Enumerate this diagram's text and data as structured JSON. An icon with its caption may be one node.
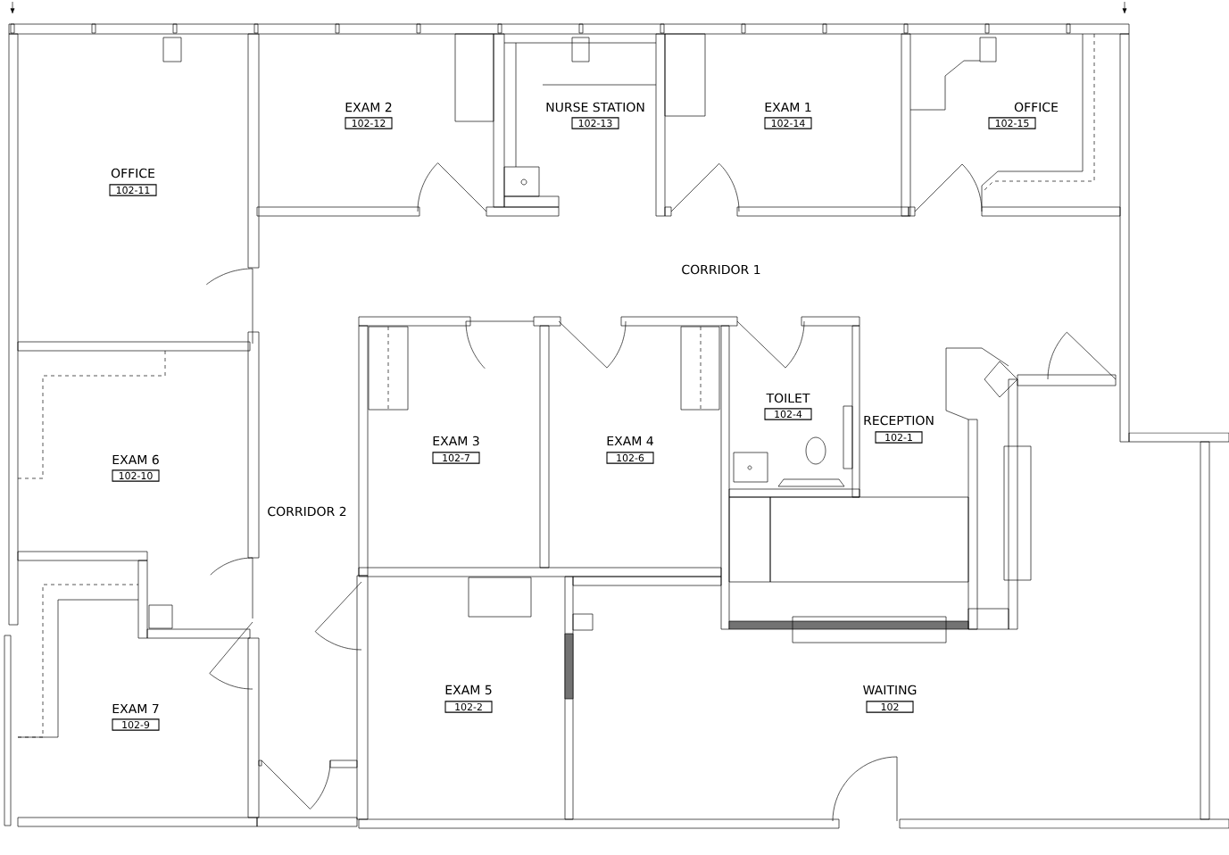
{
  "diagram": {
    "nodes": [
      {
        "text": [
          "EXAM 2",
          "102-12"
        ]
      },
      {
        "text": [
          "NURSE STATION",
          "102-13"
        ]
      },
      {
        "text": [
          "EXAM 1",
          "102-14"
        ]
      },
      {
        "text": [
          "OFFICE",
          "102-15"
        ]
      },
      {
        "text": [
          "OFFICE",
          "102-11"
        ]
      },
      {
        "text": [
          "TOILET",
          "102-4"
        ]
      },
      {
        "text": [
          "RECEPTION",
          "102-1"
        ]
      },
      {
        "text": [
          "EXAM 3",
          "102-7"
        ]
      },
      {
        "text": [
          "EXAM 4",
          "102-6"
        ]
      },
      {
        "text": [
          "EXAM 6",
          "102-10"
        ]
      },
      {
        "text": [
          "EXAM 5",
          "102-2"
        ]
      },
      {
        "text": [
          "WAITING",
          "102"
        ]
      },
      {
        "text": [
          "EXAM 7",
          "102-9"
        ]
      }
    ],
    "labels": [
      "CORRIDOR 1",
      "CORRIDOR 2"
    ]
  }
}
